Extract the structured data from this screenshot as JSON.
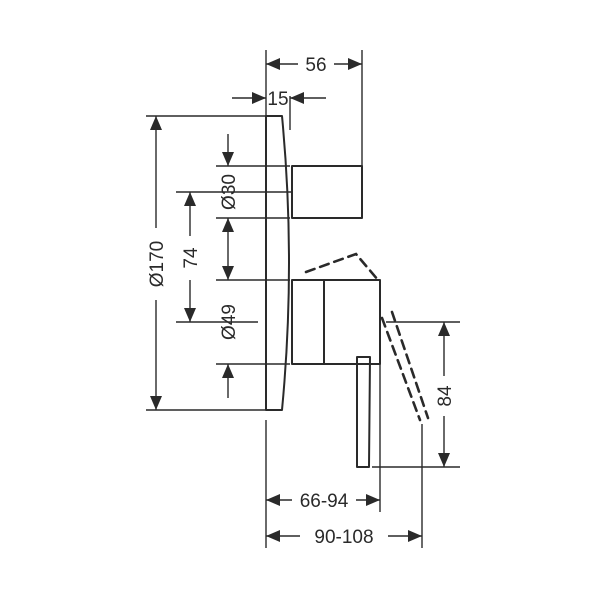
{
  "dimensions": {
    "depth_top": "56",
    "plate_thickness": "15",
    "plate_diameter": "Ø170",
    "spacing": "74",
    "diverter_diameter": "Ø30",
    "handle_diameter": "Ø49",
    "lever_length": "84",
    "range_inner": "66-94",
    "range_outer": "90-108"
  }
}
